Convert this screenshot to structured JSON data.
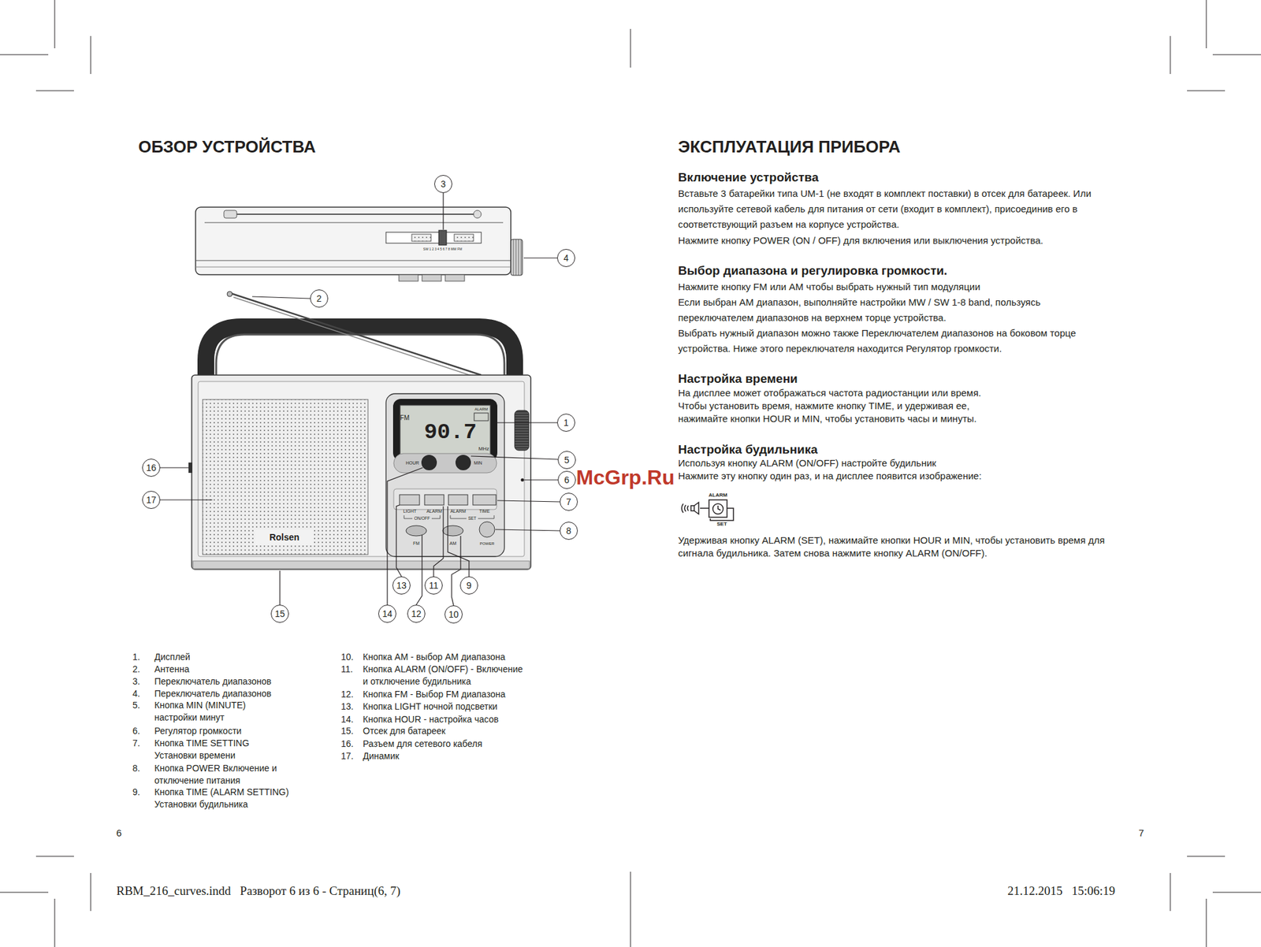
{
  "diagram": {
    "title": "ОБЗОР УСТРОЙСТВА",
    "nodes": [
      {
        "text": [
          "1"
        ]
      },
      {
        "text": [
          "2"
        ]
      },
      {
        "text": [
          "3"
        ]
      },
      {
        "text": [
          "4"
        ]
      },
      {
        "text": [
          "5"
        ]
      },
      {
        "text": [
          "6"
        ]
      },
      {
        "text": [
          "7"
        ]
      },
      {
        "text": [
          "8"
        ]
      },
      {
        "text": [
          "9"
        ]
      },
      {
        "text": [
          "10"
        ]
      },
      {
        "text": [
          "11"
        ]
      },
      {
        "text": [
          "12"
        ]
      },
      {
        "text": [
          "13"
        ]
      },
      {
        "text": [
          "14"
        ]
      },
      {
        "text": [
          "15"
        ]
      },
      {
        "text": [
          "16"
        ]
      },
      {
        "text": [
          "17"
        ]
      }
    ],
    "labels": [
      "ЭКСПЛУАТАЦИЯ ПРИБОРА",
      "Включение устройства",
      "Вставьте 3 батарейки типа UM-1 (не входят в комплект поставки) в отсек для батареек. Или используйте сетевой кабель для питания от сети (входит в комплект), присоединив его в соответствующий разъем на корпусе устройства.",
      "Нажмите кнопку POWER (ON / OFF) для включения или выключения устройства.",
      "Выбор диапазона и регулировка громкости.",
      "Нажмите кнопку FM или AM чтобы выбрать нужный тип модуляции",
      "Если выбран АМ диапазон, выполняйте настройки MW / SW 1-8 band, пользуясь переключателем диапазонов на верхнем торце устройства.",
      "Выбрать нужный диапазон можно также Переключателем диапазонов на боковом торце устройства. Ниже этого переключателя находится Регулятор громкости.",
      "Настройка времени",
      "На дисплее может отображаться частота радиостанции или время.",
      "Чтобы установить время, нажмите кнопку TIME, и удерживая ее, нажимайте кнопки HOUR и MIN, чтобы установить часы и минуты.",
      "Настройка будильника",
      "Используя кнопку ALARM (ON/OFF) настройте будильник",
      "Нажмите эту кнопку один раз, и на дисплее появится изображение:",
      "ALARM",
      "SET",
      "Удерживая кнопку ALARM (SET), нажимайте кнопки HOUR и MIN, чтобы установить время для сигнала будильника. Затем снова нажмите кнопку ALARM (ON/OFF).",
      "McGrp.Ru",
      "FM",
      "ALARM",
      "90.7",
      "MHz",
      "HOUR",
      "MIN",
      "LIGHT",
      "ALARM",
      "ALARM",
      "TIME",
      "ON/OFF",
      "SET",
      "FM",
      "AM",
      "POWER",
      "Rolsen",
      "SW 1 2 3 4 5 6 7 8 MW FM",
      "1.",
      "Дисплей",
      "2.",
      "Антенна",
      "3.",
      "Переключатель диапазонов",
      "4.",
      "Переключатель диапазонов",
      "5.",
      "Кнопка MIN (MINUTE) настройки минут",
      "6.",
      "Регулятор громкости",
      "7.",
      "Кнопка TIME SETTING Установки времени",
      "8.",
      "Кнопка POWER Включение и отключение питания",
      "9.",
      "Кнопка TIME (ALARM SETTING) Установки будильника",
      "10.",
      "Кнопка AM - выбор AM диапазона",
      "11.",
      "Кнопка ALARM (ON/OFF) - Включение и отключение будильника",
      "12.",
      "Кнопка FM - Выбор FM диапазона",
      "13.",
      "Кнопка LIGHT ночной подсветки",
      "14.",
      "Кнопка HOUR - настройка часов",
      "15.",
      "Отсек для батареек",
      "16.",
      "Разъем для сетевого кабеля",
      "17.",
      "Динамик",
      "6",
      "7",
      "RBM_216_curves.indd   Разворот 6 из 6 - Страниц(6, 7)",
      "21.12.2015   15:06:19"
    ]
  }
}
